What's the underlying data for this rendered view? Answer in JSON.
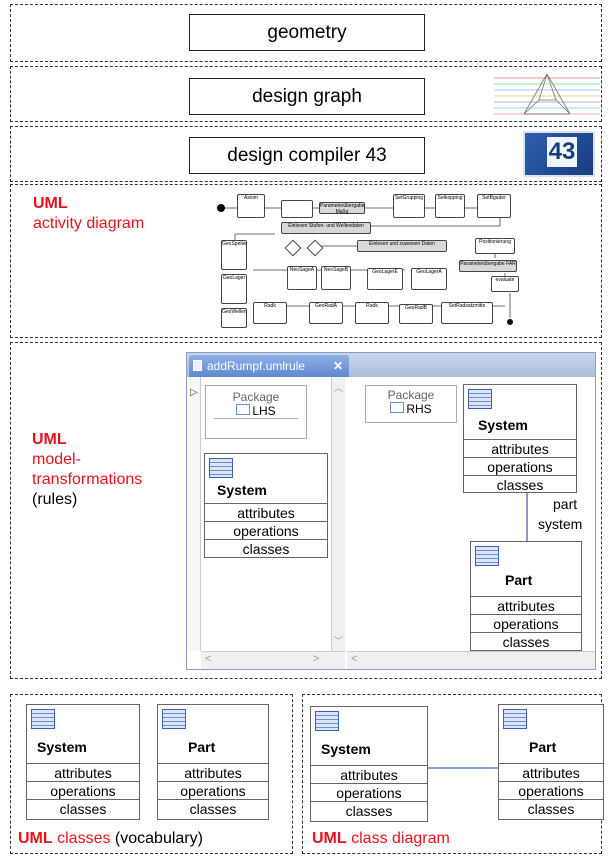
{
  "layers": {
    "geometry": "geometry",
    "design_graph": "design graph",
    "design_compiler": "design compiler 43",
    "logo_text": "43"
  },
  "activity": {
    "label_uml": "UML",
    "label_rest": "activity diagram",
    "nodes": [
      "Axiom",
      "Parameterübergabe Maßg",
      "SetGrupping",
      "Setkopping",
      "SetBgader",
      "Einlesen Stufen- und Wellendaten",
      "Einlesen und zuweisen Daten",
      "Positionierung",
      "Parameterübergabe FAR",
      "evaluate",
      "GeoSpeiler",
      "GeoLager",
      "GeoWellen",
      "NeoSageA",
      "NeoSageB",
      "GeoLagerE",
      "GeoLagerA",
      "Radk",
      "GeoRadA",
      "Radk",
      "GeoRadB",
      "SetRadsatzmitte"
    ]
  },
  "transform": {
    "label_uml": "UML",
    "label_rest": "model-\ntransformations",
    "label_rules": "(rules)",
    "tab_title": "addRumpf.umlrule",
    "lhs_package": "Package",
    "lhs_name": "LHS",
    "rhs_package": "Package",
    "rhs_name": "RHS",
    "assoc_role_a": "part",
    "assoc_role_b": "system"
  },
  "classes": {
    "system": "System",
    "part": "Part",
    "rows": [
      "attributes",
      "operations",
      "classes"
    ]
  },
  "bottom": {
    "vocab_uml": "UML",
    "vocab_rest": "classes",
    "vocab_paren": "(vocabulary)",
    "diagram_uml": "UML",
    "diagram_rest": "class diagram"
  }
}
